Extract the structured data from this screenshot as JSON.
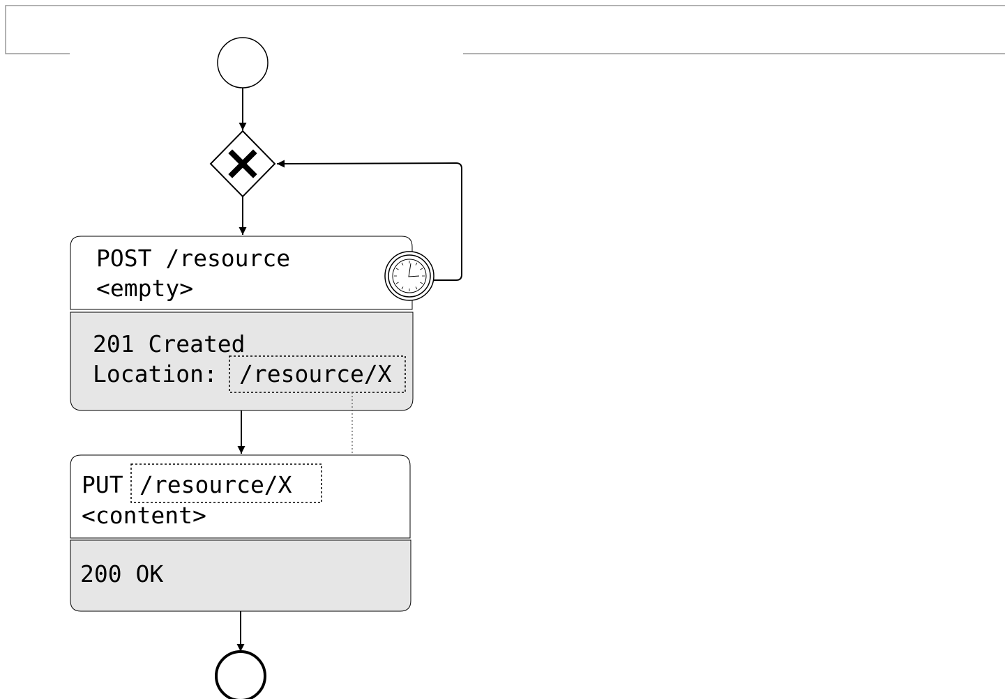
{
  "colors": {
    "stroke": "#000000",
    "frame_stroke": "#999999",
    "response_fill": "#e6e6e6",
    "background": "#ffffff"
  },
  "step1": {
    "request_line": "POST /resource",
    "request_body": "<empty>",
    "response_status": "201 Created",
    "response_header_label": "Location:",
    "response_location": "/resource/X"
  },
  "step2": {
    "request_method": "PUT",
    "request_uri": "/resource/X",
    "request_body": "<content>",
    "response_status": "200 OK"
  },
  "icons": {
    "start": "start-event-icon",
    "gateway": "exclusive-gateway-icon",
    "timer": "timer-boundary-event-icon",
    "end": "end-event-icon"
  }
}
